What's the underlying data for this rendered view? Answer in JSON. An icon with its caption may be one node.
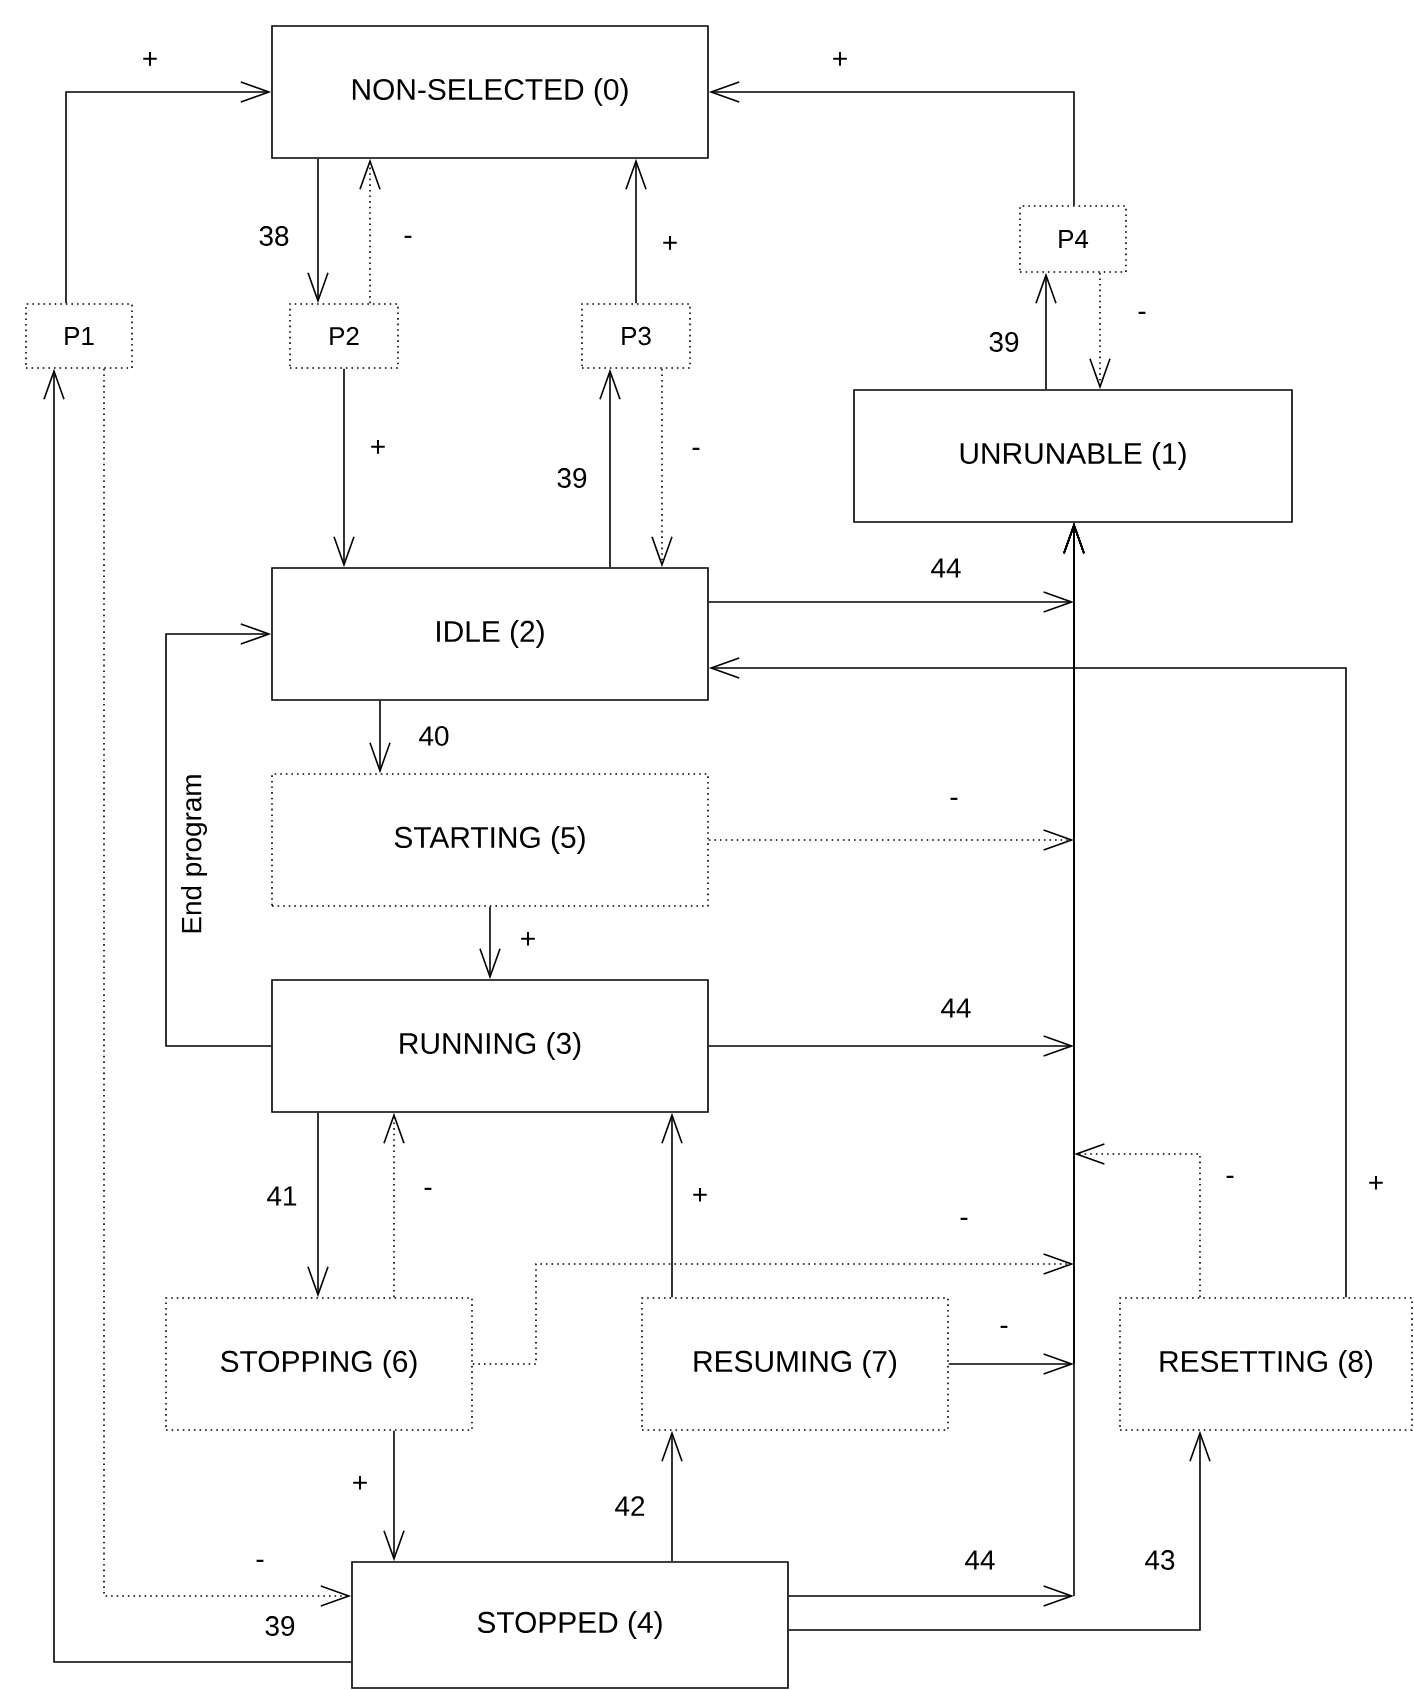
{
  "diagram": {
    "nodes": [
      {
        "text": [
          "NON-SELECTED (0)"
        ]
      },
      {
        "text": [
          "P1"
        ]
      },
      {
        "text": [
          "P2"
        ]
      },
      {
        "text": [
          "P3"
        ]
      },
      {
        "text": [
          "P4"
        ]
      },
      {
        "text": [
          "UNRUNABLE (1)"
        ]
      },
      {
        "text": [
          "IDLE (2)"
        ]
      },
      {
        "text": [
          "STARTING (5)"
        ]
      },
      {
        "text": [
          "RUNNING (3)"
        ]
      },
      {
        "text": [
          "STOPPING (6)"
        ]
      },
      {
        "text": [
          "RESUMING (7)"
        ]
      },
      {
        "text": [
          "RESETTING (8)"
        ]
      },
      {
        "text": [
          "STOPPED (4)"
        ]
      }
    ],
    "edges": [
      {
        "from": 1,
        "to": 0,
        "arrow": "to",
        "label": "+"
      },
      {
        "from": 12,
        "to": 1,
        "arrow": "to",
        "label": "39"
      },
      {
        "from": 1,
        "to": 12,
        "arrow": "to",
        "label": "-",
        "style": "dashed"
      },
      {
        "from": 0,
        "to": 2,
        "arrow": "to",
        "label": "38"
      },
      {
        "from": 2,
        "to": 0,
        "arrow": "to",
        "label": "-",
        "style": "dashed"
      },
      {
        "from": 2,
        "to": 6,
        "arrow": "to",
        "label": "+"
      },
      {
        "from": 6,
        "to": 3,
        "arrow": "to",
        "label": "39"
      },
      {
        "from": 3,
        "to": 6,
        "arrow": "to",
        "label": "-",
        "style": "dashed"
      },
      {
        "from": 3,
        "to": 0,
        "arrow": "to",
        "label": "+"
      },
      {
        "from": 5,
        "to": 4,
        "arrow": "to",
        "label": "39"
      },
      {
        "from": 4,
        "to": 5,
        "arrow": "to",
        "label": "-",
        "style": "dashed"
      },
      {
        "from": 4,
        "to": 0,
        "arrow": "to",
        "label": "+"
      },
      {
        "from": 6,
        "to": 7,
        "arrow": "to",
        "label": "40"
      },
      {
        "from": 7,
        "to": 8,
        "arrow": "to",
        "label": "+"
      },
      {
        "from": 8,
        "to": 6,
        "arrow": "to",
        "label": "End program"
      },
      {
        "from": 8,
        "to": 9,
        "arrow": "to",
        "label": "41"
      },
      {
        "from": 9,
        "to": 8,
        "arrow": "to",
        "label": "-",
        "style": "dashed"
      },
      {
        "from": 9,
        "to": 12,
        "arrow": "to",
        "label": "+"
      },
      {
        "from": 10,
        "to": 8,
        "arrow": "to",
        "label": "+"
      },
      {
        "from": 12,
        "to": 10,
        "arrow": "to",
        "label": "42"
      },
      {
        "from": 12,
        "to": 11,
        "arrow": "to",
        "label": "43"
      },
      {
        "from": 11,
        "to": 6,
        "arrow": "to",
        "label": "+"
      },
      {
        "from": 6,
        "to": 5,
        "arrow": "to",
        "label": "44"
      },
      {
        "from": 7,
        "to": 5,
        "arrow": "to",
        "label": "-",
        "style": "dashed"
      },
      {
        "from": 8,
        "to": 5,
        "arrow": "to",
        "label": "44"
      },
      {
        "from": 9,
        "to": 5,
        "arrow": "to",
        "label": "-",
        "style": "dashed"
      },
      {
        "from": 10,
        "to": 5,
        "arrow": "to",
        "label": "-"
      },
      {
        "from": 11,
        "to": 5,
        "arrow": "to",
        "label": "-",
        "style": "dashed"
      },
      {
        "from": 12,
        "to": 5,
        "arrow": "to",
        "label": "44"
      }
    ]
  }
}
